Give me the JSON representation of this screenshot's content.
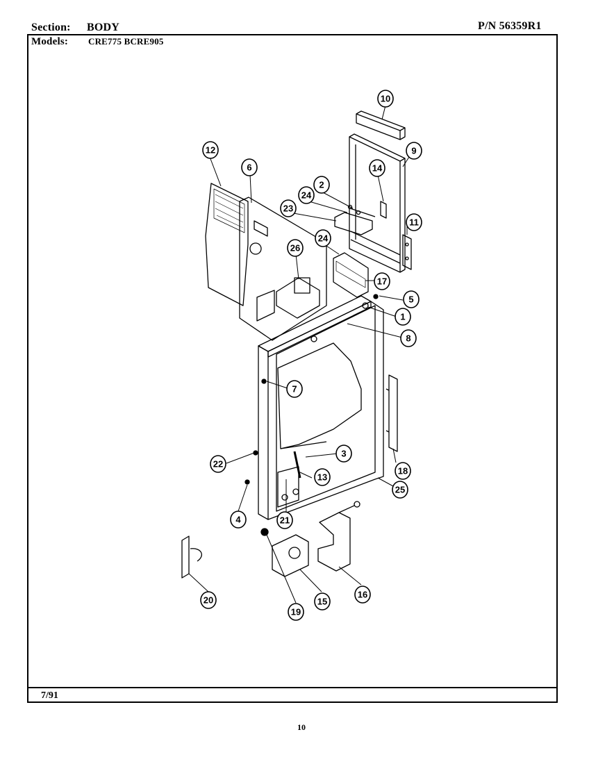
{
  "header": {
    "section_label": "Section:",
    "section_value": "BODY",
    "part_number": "P/N 56359R1",
    "models_label": "Models:",
    "models_value": "CRE775  BCRE905"
  },
  "footer": {
    "date": "7/91",
    "page_number": "10"
  },
  "callouts": [
    {
      "id": "10",
      "label": "10"
    },
    {
      "id": "9",
      "label": "9"
    },
    {
      "id": "12",
      "label": "12"
    },
    {
      "id": "6",
      "label": "6"
    },
    {
      "id": "14",
      "label": "14"
    },
    {
      "id": "2",
      "label": "2"
    },
    {
      "id": "24a",
      "label": "24"
    },
    {
      "id": "23",
      "label": "23"
    },
    {
      "id": "11",
      "label": "11"
    },
    {
      "id": "24b",
      "label": "24"
    },
    {
      "id": "26",
      "label": "26"
    },
    {
      "id": "17",
      "label": "17"
    },
    {
      "id": "5",
      "label": "5"
    },
    {
      "id": "1",
      "label": "1"
    },
    {
      "id": "8",
      "label": "8"
    },
    {
      "id": "7",
      "label": "7"
    },
    {
      "id": "3",
      "label": "3"
    },
    {
      "id": "22",
      "label": "22"
    },
    {
      "id": "13",
      "label": "13"
    },
    {
      "id": "18",
      "label": "18"
    },
    {
      "id": "25",
      "label": "25"
    },
    {
      "id": "4",
      "label": "4"
    },
    {
      "id": "21",
      "label": "21"
    },
    {
      "id": "20",
      "label": "20"
    },
    {
      "id": "19",
      "label": "19"
    },
    {
      "id": "15",
      "label": "15"
    },
    {
      "id": "16",
      "label": "16"
    }
  ],
  "colors": {
    "ink": "#000000",
    "paper": "#ffffff"
  }
}
